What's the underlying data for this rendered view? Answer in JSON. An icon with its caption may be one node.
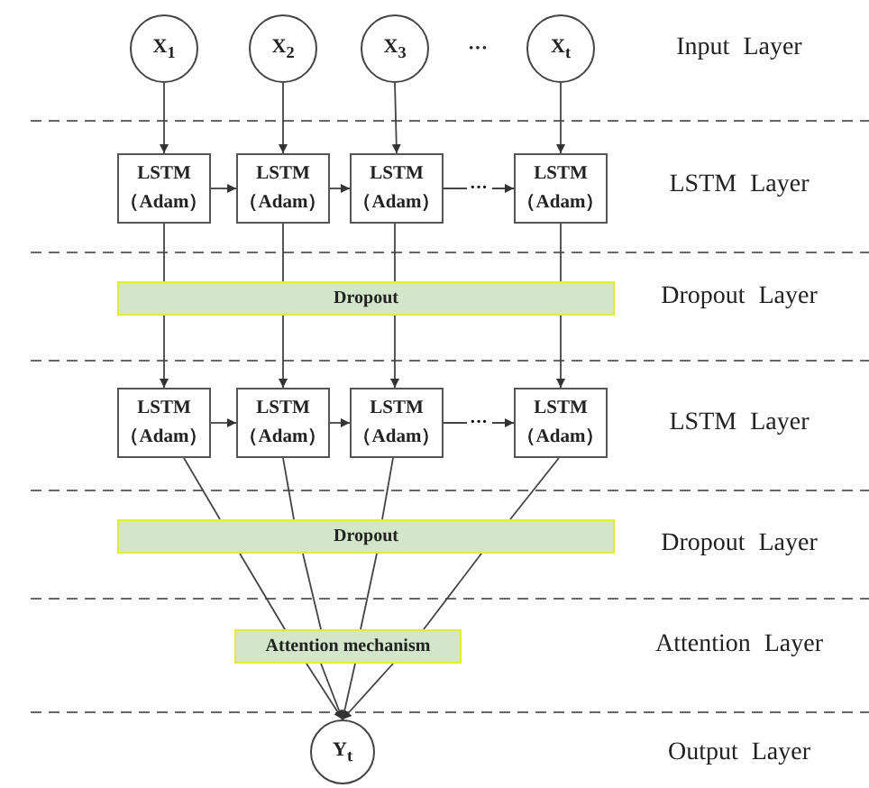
{
  "diagram": {
    "nodes": [
      {
        "text": [
          "X$_{1}$"
        ]
      },
      {
        "text": [
          "X$_{2}$"
        ]
      },
      {
        "text": [
          "X$_{3}$"
        ]
      },
      {
        "text": [
          "X$_{t}$"
        ]
      },
      {
        "text": [
          "LSTM （Adam）"
        ]
      },
      {
        "text": [
          "LSTM （Adam）"
        ]
      },
      {
        "text": [
          "LSTM （Adam）"
        ]
      },
      {
        "text": [
          "LSTM （Adam）"
        ]
      },
      {
        "text": [
          "Dropout"
        ]
      },
      {
        "text": [
          "LSTM （Adam）"
        ]
      },
      {
        "text": [
          "LSTM （Adam）"
        ]
      },
      {
        "text": [
          "LSTM （Adam）"
        ]
      },
      {
        "text": [
          "LSTM （Adam）"
        ]
      },
      {
        "text": [
          "Dropout"
        ]
      },
      {
        "text": [
          "Attention mechanism"
        ]
      },
      {
        "text": [
          "Y$_{t}$"
        ]
      }
    ],
    "edges": [
      {
        "from": 0,
        "to": 4,
        "arrow": "to"
      },
      {
        "from": 1,
        "to": 5,
        "arrow": "to"
      },
      {
        "from": 2,
        "to": 6,
        "arrow": "to"
      },
      {
        "from": 3,
        "to": 7,
        "arrow": "to"
      },
      {
        "from": 4,
        "to": 5,
        "arrow": "to"
      },
      {
        "from": 5,
        "to": 6,
        "arrow": "to"
      },
      {
        "from": 6,
        "to": 7,
        "arrow": "to",
        "label": "···"
      },
      {
        "from": 4,
        "to": 8,
        "arrow": "none"
      },
      {
        "from": 5,
        "to": 8,
        "arrow": "none"
      },
      {
        "from": 6,
        "to": 8,
        "arrow": "none"
      },
      {
        "from": 7,
        "to": 8,
        "arrow": "none"
      },
      {
        "from": 8,
        "to": 9,
        "arrow": "to"
      },
      {
        "from": 8,
        "to": 10,
        "arrow": "to"
      },
      {
        "from": 8,
        "to": 11,
        "arrow": "to"
      },
      {
        "from": 8,
        "to": 12,
        "arrow": "to"
      },
      {
        "from": 9,
        "to": 10,
        "arrow": "to"
      },
      {
        "from": 10,
        "to": 11,
        "arrow": "to"
      },
      {
        "from": 11,
        "to": 12,
        "arrow": "to",
        "label": "···"
      },
      {
        "from": 9,
        "to": 13,
        "arrow": "none"
      },
      {
        "from": 10,
        "to": 13,
        "arrow": "none"
      },
      {
        "from": 11,
        "to": 13,
        "arrow": "none"
      },
      {
        "from": 12,
        "to": 13,
        "arrow": "none"
      },
      {
        "from": 13,
        "to": 14,
        "arrow": "none"
      },
      {
        "from": 13,
        "to": 14,
        "arrow": "none"
      },
      {
        "from": 13,
        "to": 14,
        "arrow": "none"
      },
      {
        "from": 13,
        "to": 14,
        "arrow": "none"
      },
      {
        "from": 14,
        "to": 15,
        "arrow": "to"
      },
      {
        "from": 14,
        "to": 15,
        "arrow": "to"
      },
      {
        "from": 14,
        "to": 15,
        "arrow": "to"
      },
      {
        "from": 14,
        "to": 15,
        "arrow": "to"
      }
    ],
    "labels": [
      "···",
      "Input Layer",
      "LSTM Layer",
      "Dropout Layer",
      "LSTM Layer",
      "Dropout Layer",
      "Attention Layer",
      "Output Layer"
    ]
  }
}
